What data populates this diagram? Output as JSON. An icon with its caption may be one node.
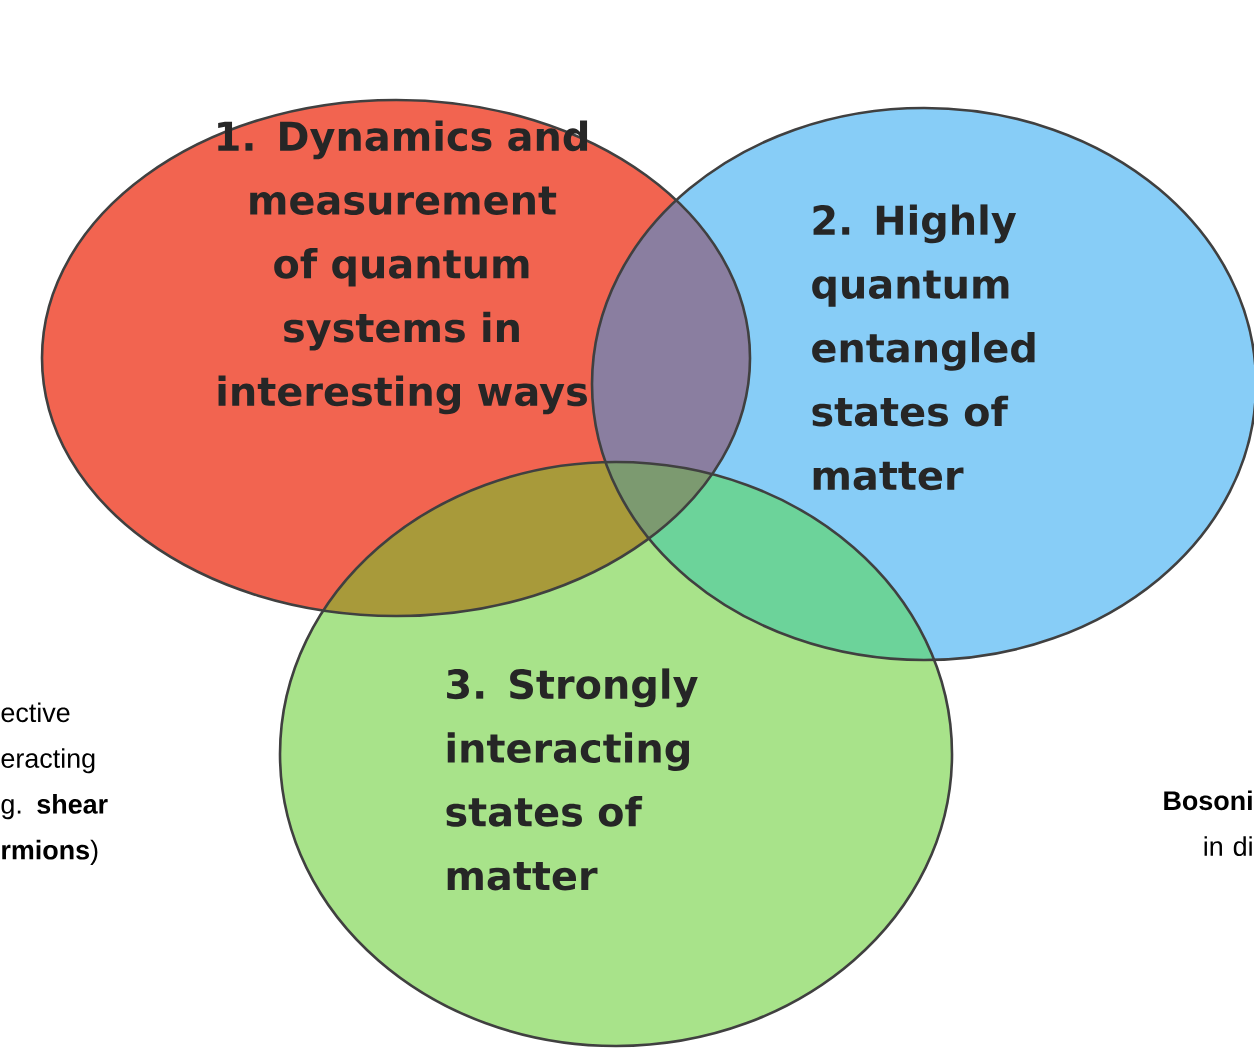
{
  "diagram": {
    "nodes": [
      {
        "text": [
          "1. Dynamics and measurement of quantum systems in interesting ways"
        ]
      },
      {
        "text": [
          "2. Highly quantum entangled states of matter"
        ]
      },
      {
        "text": [
          "3. Strongly interacting states of matter"
        ]
      }
    ],
    "labels": [
      "ective eracting g. **shear rmions**)",
      "**Bosoni** in di"
    ]
  }
}
